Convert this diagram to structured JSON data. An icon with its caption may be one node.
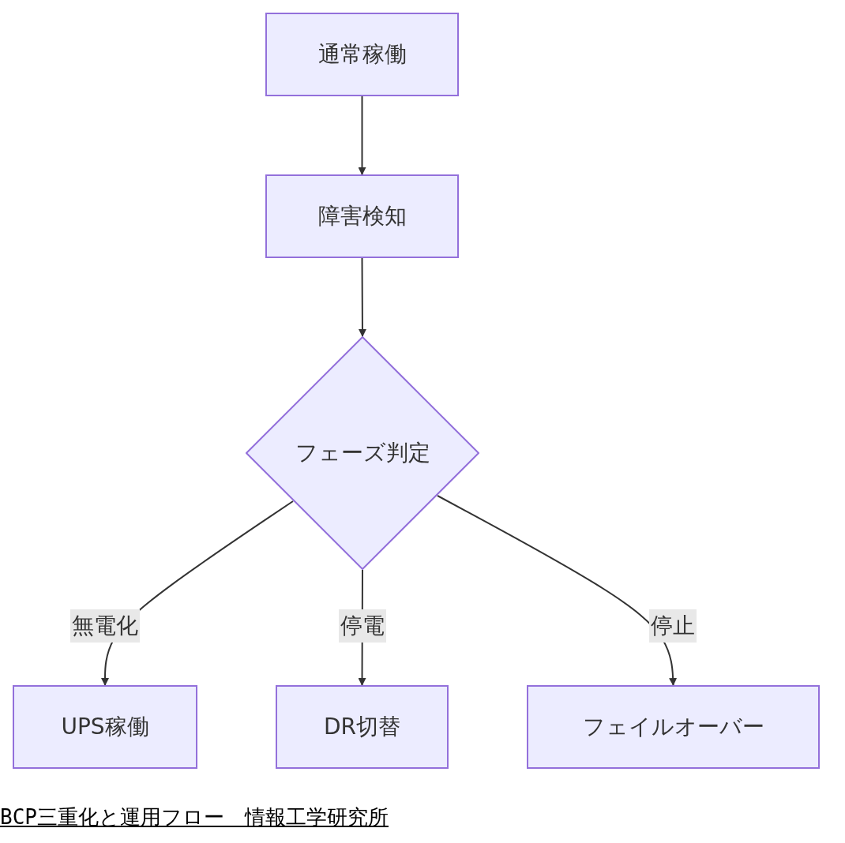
{
  "diagram": {
    "caption": "BCP三重化と運用フロー　情報工学研究所",
    "nodes": [
      {
        "text": [
          "通常稼働"
        ]
      },
      {
        "text": [
          "障害検知"
        ]
      },
      {
        "text": [
          "フェーズ判定"
        ]
      },
      {
        "text": [
          "UPS稼働"
        ]
      },
      {
        "text": [
          "DR切替"
        ]
      },
      {
        "text": [
          "フェイルオーバー"
        ]
      }
    ],
    "edges": [
      {
        "from": 0,
        "to": 1,
        "arrow": "to"
      },
      {
        "from": 1,
        "to": 2,
        "arrow": "to"
      },
      {
        "from": 2,
        "to": 3,
        "arrow": "to",
        "label": "無電化"
      },
      {
        "from": 2,
        "to": 4,
        "arrow": "to",
        "label": "停電"
      },
      {
        "from": 2,
        "to": 5,
        "arrow": "to",
        "label": "停止"
      }
    ]
  }
}
